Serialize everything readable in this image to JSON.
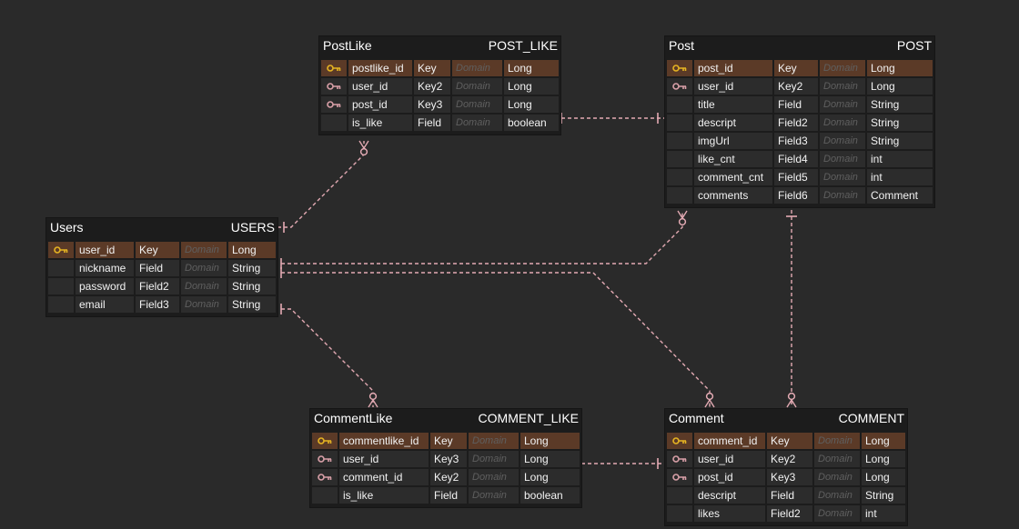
{
  "diagram": {
    "entities": [
      {
        "id": "postlike",
        "name": "PostLike",
        "table": "POST_LIKE",
        "attributes": [
          {
            "name": "postlike_id",
            "type": "Key",
            "domain": "Domain",
            "datatype": "Long",
            "icon": "primary-key-icon"
          },
          {
            "name": "user_id",
            "type": "Key2",
            "domain": "Domain",
            "datatype": "Long",
            "icon": "foreign-key-icon"
          },
          {
            "name": "post_id",
            "type": "Key3",
            "domain": "Domain",
            "datatype": "Long",
            "icon": "foreign-key-icon"
          },
          {
            "name": "is_like",
            "type": "Field",
            "domain": "Domain",
            "datatype": "boolean",
            "icon": ""
          }
        ]
      },
      {
        "id": "post",
        "name": "Post",
        "table": "POST",
        "attributes": [
          {
            "name": "post_id",
            "type": "Key",
            "domain": "Domain",
            "datatype": "Long",
            "icon": "primary-key-icon"
          },
          {
            "name": "user_id",
            "type": "Key2",
            "domain": "Domain",
            "datatype": "Long",
            "icon": "foreign-key-icon"
          },
          {
            "name": "title",
            "type": "Field",
            "domain": "Domain",
            "datatype": "String",
            "icon": ""
          },
          {
            "name": "descript",
            "type": "Field2",
            "domain": "Domain",
            "datatype": "String",
            "icon": ""
          },
          {
            "name": "imgUrl",
            "type": "Field3",
            "domain": "Domain",
            "datatype": "String",
            "icon": ""
          },
          {
            "name": "like_cnt",
            "type": "Field4",
            "domain": "Domain",
            "datatype": "int",
            "icon": ""
          },
          {
            "name": "comment_cnt",
            "type": "Field5",
            "domain": "Domain",
            "datatype": "int",
            "icon": ""
          },
          {
            "name": "comments",
            "type": "Field6",
            "domain": "Domain",
            "datatype": "Comment",
            "icon": ""
          }
        ]
      },
      {
        "id": "users",
        "name": "Users",
        "table": "USERS",
        "attributes": [
          {
            "name": "user_id",
            "type": "Key",
            "domain": "Domain",
            "datatype": "Long",
            "icon": "primary-key-icon"
          },
          {
            "name": "nickname",
            "type": "Field",
            "domain": "Domain",
            "datatype": "String",
            "icon": ""
          },
          {
            "name": "password",
            "type": "Field2",
            "domain": "Domain",
            "datatype": "String",
            "icon": ""
          },
          {
            "name": "email",
            "type": "Field3",
            "domain": "Domain",
            "datatype": "String",
            "icon": ""
          }
        ]
      },
      {
        "id": "commentlike",
        "name": "CommentLike",
        "table": "COMMENT_LIKE",
        "attributes": [
          {
            "name": "commentlike_id",
            "type": "Key",
            "domain": "Domain",
            "datatype": "Long",
            "icon": "primary-key-icon"
          },
          {
            "name": "user_id",
            "type": "Key3",
            "domain": "Domain",
            "datatype": "Long",
            "icon": "foreign-key-icon"
          },
          {
            "name": "comment_id",
            "type": "Key2",
            "domain": "Domain",
            "datatype": "Long",
            "icon": "foreign-key-icon"
          },
          {
            "name": "is_like",
            "type": "Field",
            "domain": "Domain",
            "datatype": "boolean",
            "icon": ""
          }
        ]
      },
      {
        "id": "comment",
        "name": "Comment",
        "table": "COMMENT",
        "attributes": [
          {
            "name": "comment_id",
            "type": "Key",
            "domain": "Domain",
            "datatype": "Long",
            "icon": "primary-key-icon"
          },
          {
            "name": "user_id",
            "type": "Key2",
            "domain": "Domain",
            "datatype": "Long",
            "icon": "foreign-key-icon"
          },
          {
            "name": "post_id",
            "type": "Key3",
            "domain": "Domain",
            "datatype": "Long",
            "icon": "foreign-key-icon"
          },
          {
            "name": "descript",
            "type": "Field",
            "domain": "Domain",
            "datatype": "String",
            "icon": ""
          },
          {
            "name": "likes",
            "type": "Field2",
            "domain": "Domain",
            "datatype": "int",
            "icon": ""
          }
        ]
      }
    ],
    "relationships": [
      {
        "from": "users",
        "to": "postlike",
        "from_card": "one",
        "to_card": "zero-or-many"
      },
      {
        "from": "post",
        "to": "postlike",
        "from_card": "one",
        "to_card": "one"
      },
      {
        "from": "users",
        "to": "post",
        "from_card": "one",
        "to_card": "zero-or-many"
      },
      {
        "from": "users",
        "to": "comment",
        "from_card": "one",
        "to_card": "zero-or-many"
      },
      {
        "from": "post",
        "to": "comment",
        "from_card": "one",
        "to_card": "zero-or-many"
      },
      {
        "from": "users",
        "to": "commentlike",
        "from_card": "one",
        "to_card": "zero-or-many"
      },
      {
        "from": "comment",
        "to": "commentlike",
        "from_card": "one",
        "to_card": "one"
      }
    ],
    "colors": {
      "background": "#2a2a2a",
      "entity": "#1c1c1c",
      "cell": "#2c2c2c",
      "primary_key_row": "#5b3a27",
      "primary_key_icon": "#e6b422",
      "foreign_key_icon": "#d9a0a8",
      "relationship_line": "#e3aab3",
      "domain_text": "#5f5f5f"
    }
  }
}
